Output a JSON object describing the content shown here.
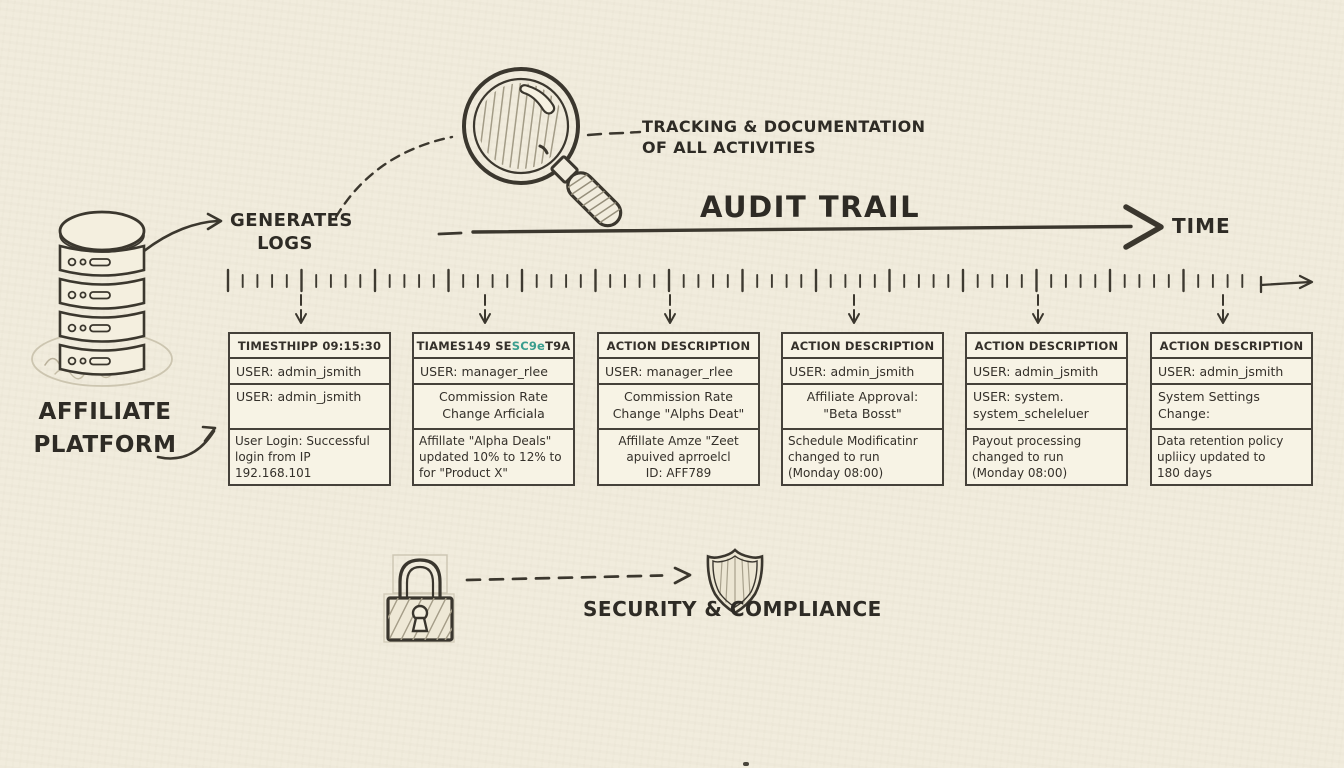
{
  "colors": {
    "background": "#f1ecdd",
    "ink": "#3b372e",
    "card_fill": "#f7f3e5",
    "card_border": "#45413a",
    "pencil_light": "#c9c2ad",
    "glitch_teal": "#3a9e8e"
  },
  "title": "AUDIT TRAIL",
  "time_label": "TIME",
  "platform_label": "AFFILIATE\nPLATFORM",
  "generates_label": "GENERATES\nLOGS",
  "tracking_note": "TRACKING & DOCUMENTATION\nOF ALL ACTIVITIES",
  "security_label": "SECURITY & COMPLIANCE",
  "icons": {
    "database": "database-server-stack",
    "magnifier": "magnifying-glass",
    "lock": "padlock",
    "shield": "shield"
  },
  "cards": [
    {
      "header": "TIMESTHIPP 09:15:30",
      "user": "USER: admin_jsmith",
      "field": "USER: admin_jsmith",
      "desc": "User Login: Successful\nlogin from IP\n192.168.101"
    },
    {
      "header_parts": [
        "TIAMES149 SE",
        "SC9e",
        "T9A"
      ],
      "user": "USER: manager_rlee",
      "field": "Commission Rate\nChange Arficiala",
      "desc": "Affillate \"Alpha Deals\"\nupdated 10% to 12% to\nfor \"Product X\""
    },
    {
      "header": "ACTION DESCRIPTION",
      "user": "USER: manager_rlee",
      "field": "Commission Rate\nChange \"Alphs Deat\"",
      "desc": "Affillate Amze \"Zeet\napuived aprroelcl\nID: AFF789"
    },
    {
      "header": "ACTION DESCRIPTION",
      "user": "USER: admin_jsmith",
      "field": "Affiliate Approval:\n\"Beta Bosst\"",
      "desc": "Schedule Modificatinr\nchanged to run\n(Monday 08:00)"
    },
    {
      "header": "ACTION DESCRIPTION",
      "user": "USER: admin_jsmith",
      "field": "USER: system.\nsystem_scheleluer",
      "desc": "Payout processing\nchanged to run\n(Monday 08:00)"
    },
    {
      "header": "ACTION DESCRIPTION",
      "user": "USER: admin_jsmith",
      "field": "System Settings\nChange:",
      "desc": "Data retention policy\nupliicy updated to\n180 days"
    }
  ]
}
